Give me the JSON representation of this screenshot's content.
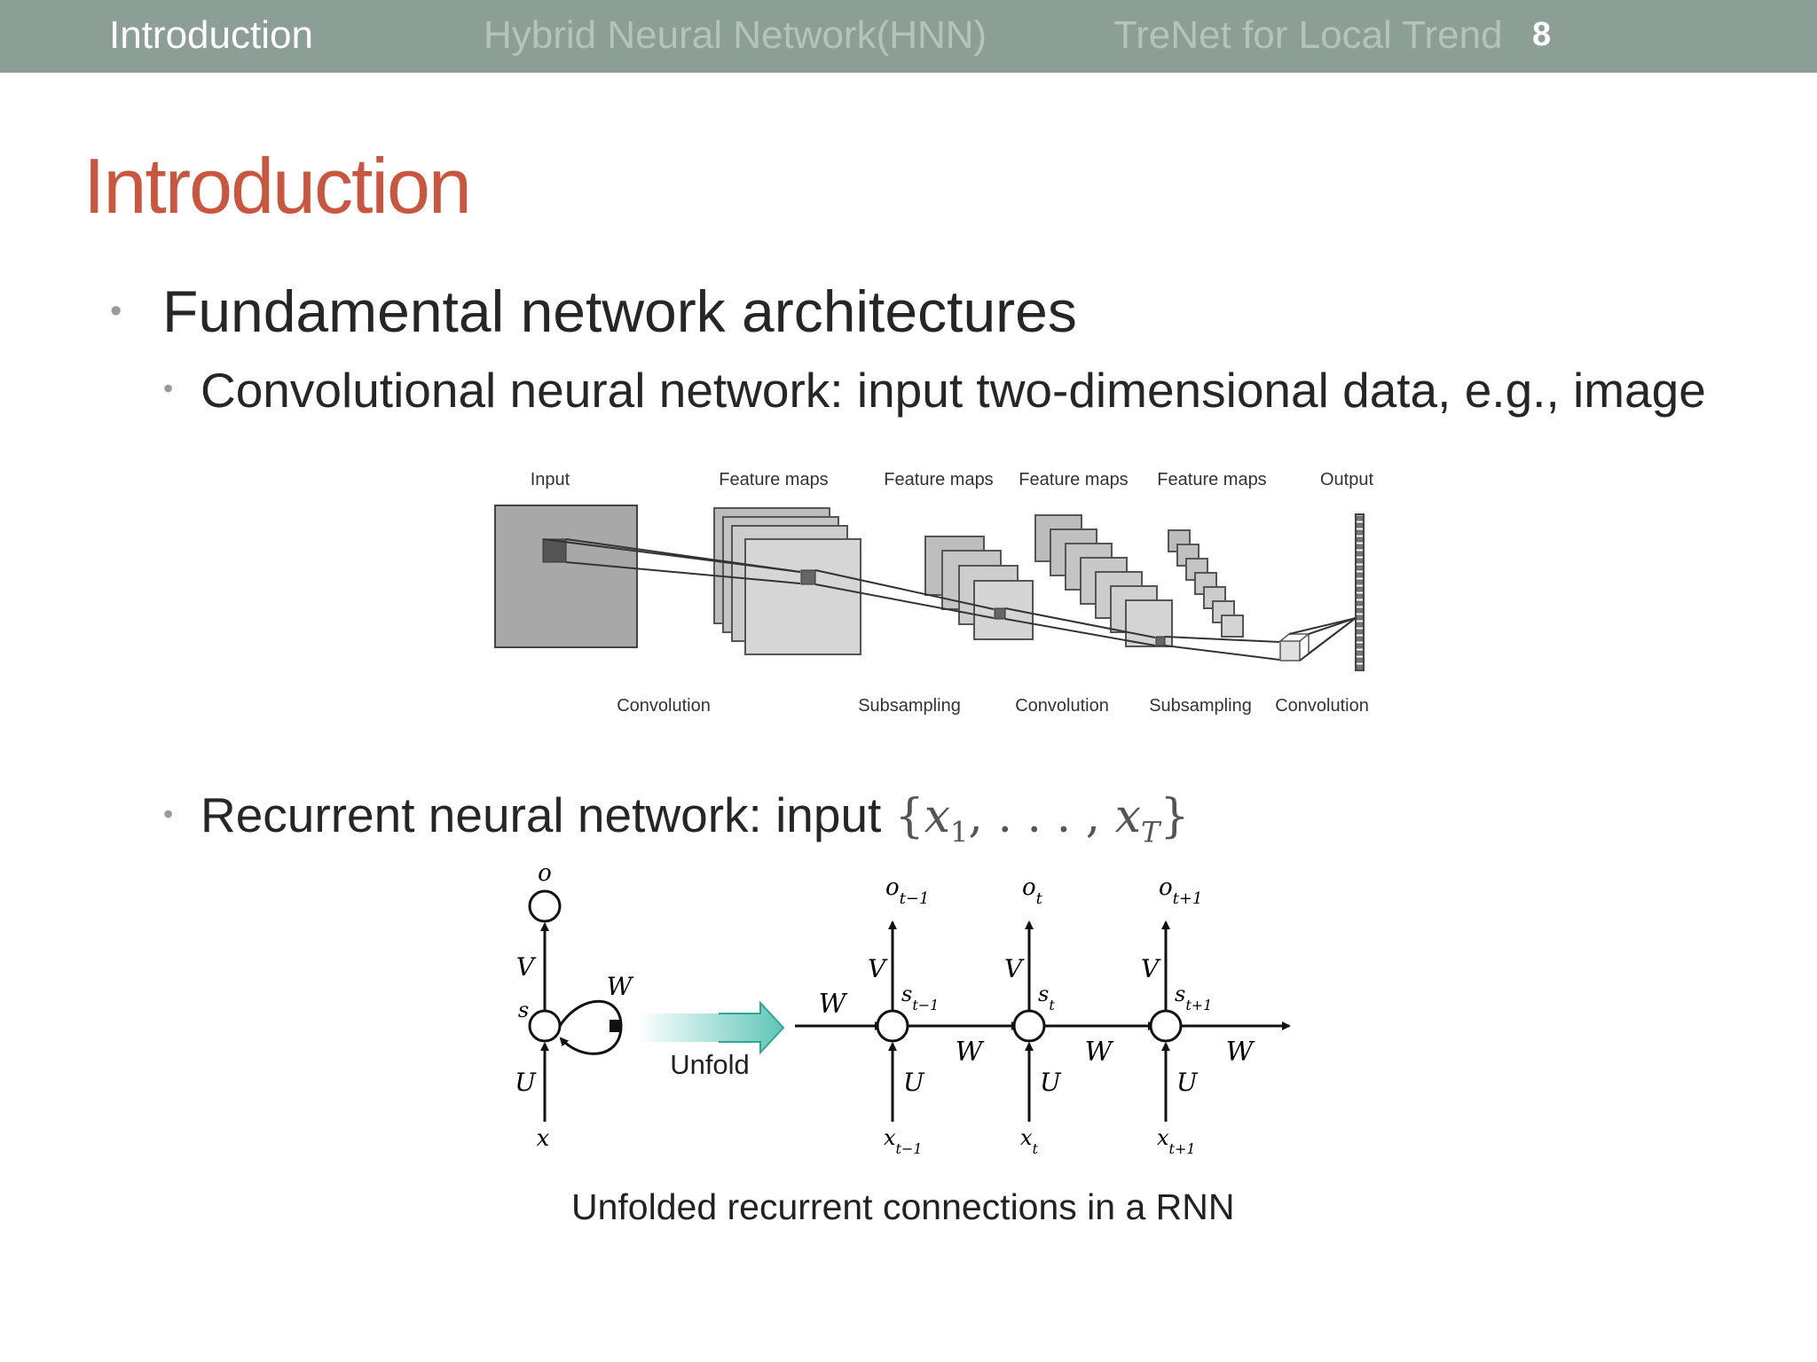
{
  "nav": {
    "items": [
      {
        "label": "Introduction",
        "active": true
      },
      {
        "label": "Hybrid Neural Network(HNN)",
        "active": false
      },
      {
        "label": "TreNet for Local Trend",
        "active": false
      }
    ],
    "page_number": "8"
  },
  "slide": {
    "title": "Introduction",
    "bullet_main": "Fundamental network architectures",
    "bullet_cnn": "Convolutional neural network: input two-dimensional data, e.g., image",
    "bullet_rnn_prefix": "Recurrent neural network: input",
    "rnn_input_math": {
      "open": "{",
      "x1": "x",
      "sub1": "1",
      "dots": ", . . . , ",
      "xT": "x",
      "subT": "T",
      "close": "}"
    }
  },
  "cnn_figure": {
    "top_labels": [
      "Input",
      "Feature maps",
      "Feature maps",
      "Feature maps",
      "Feature maps",
      "Output"
    ],
    "bottom_labels": [
      "Convolution",
      "Subsampling",
      "Convolution",
      "Subsampling",
      "Convolution"
    ]
  },
  "rnn_figure": {
    "folded": {
      "o": "o",
      "V": "V",
      "s": "s",
      "W": "W",
      "U": "U",
      "x": "x"
    },
    "unfold_label": "Unfold",
    "steps": [
      {
        "o": "o",
        "o_sub": "t−1",
        "s": "s",
        "s_sub": "t−1",
        "x": "x",
        "x_sub": "t−1"
      },
      {
        "o": "o",
        "o_sub": "t",
        "s": "s",
        "s_sub": "t",
        "x": "x",
        "x_sub": "t"
      },
      {
        "o": "o",
        "o_sub": "t+1",
        "s": "s",
        "s_sub": "t+1",
        "x": "x",
        "x_sub": "t+1"
      }
    ],
    "weight_V": "V",
    "weight_U": "U",
    "weight_W": "W",
    "caption": "Unfolded recurrent connections in a RNN"
  }
}
